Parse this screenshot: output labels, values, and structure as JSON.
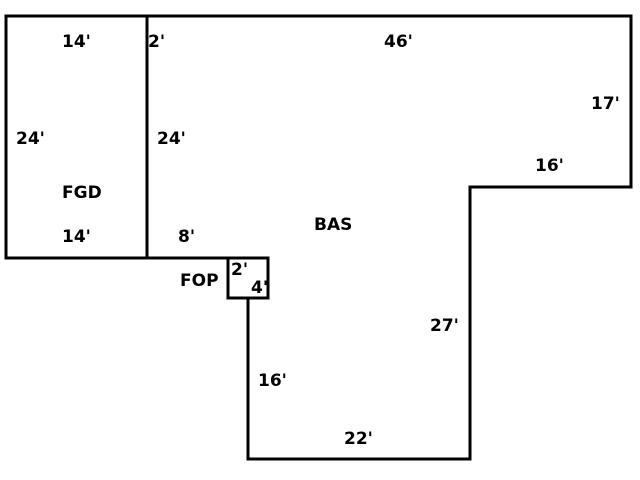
{
  "sketch": {
    "areas": {
      "garage": "FGD",
      "base": "BAS",
      "porch": "FOP"
    },
    "dimensions": {
      "garage_top": "14'",
      "garage_left": "24'",
      "garage_right": "24'",
      "garage_bottom": "14'",
      "top_jog": "2'",
      "top": "46'",
      "right_upper": "17'",
      "right_step": "16'",
      "mid_step": "8'",
      "right_lower": "27'",
      "left_lower": "16'",
      "bottom": "22'",
      "porch_width": "2'",
      "porch_depth": "4'"
    },
    "line_color": "#000000"
  }
}
